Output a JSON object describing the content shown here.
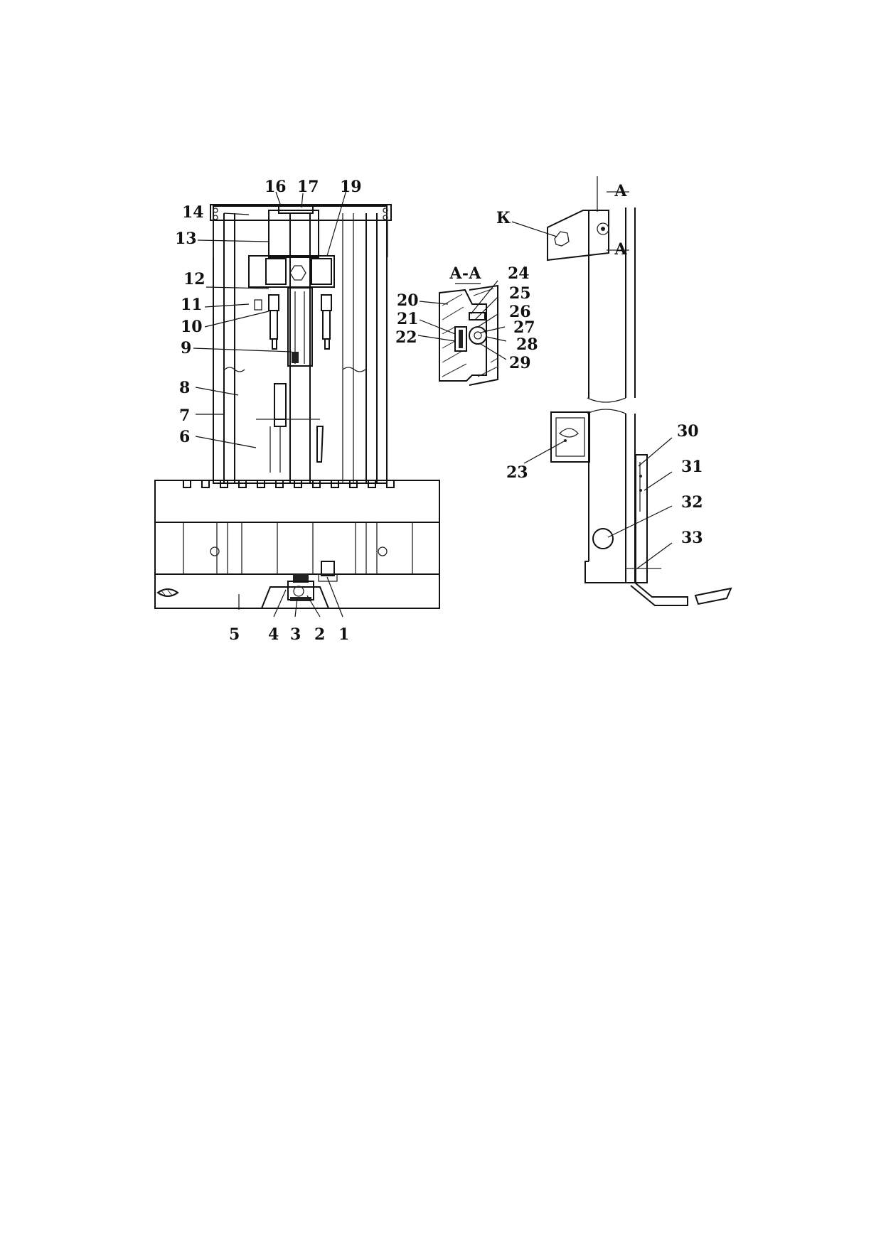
{
  "labels": {
    "l1": "1",
    "l2": "2",
    "l3": "3",
    "l4": "4",
    "l5": "5",
    "l6": "6",
    "l7": "7",
    "l8": "8",
    "l9": "9",
    "l10": "10",
    "l11": "11",
    "l12": "12",
    "l13": "13",
    "l14": "14",
    "l16": "16",
    "l17": "17",
    "l19": "19",
    "l20": "20",
    "l21": "21",
    "l22": "22",
    "l23": "23",
    "l24": "24",
    "l25": "25",
    "l26": "26",
    "l27": "27",
    "l28": "28",
    "l29": "29",
    "l30": "30",
    "l31": "31",
    "l32": "32",
    "l33": "33",
    "section_title": "А-А",
    "cut_mark_top": "А",
    "cut_mark_bottom": "А",
    "view_k": "К"
  }
}
